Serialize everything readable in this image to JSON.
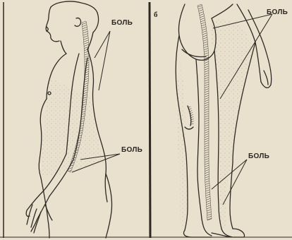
{
  "panel_b_letter": "б",
  "labels": {
    "left_upper": "БОЛЬ",
    "left_lower": "БОЛЬ",
    "right_upper": "БОЛЬ",
    "right_lower": "БОЛЬ"
  },
  "colors": {
    "paper": "#e9e0cd",
    "ink": "#2d2823"
  }
}
